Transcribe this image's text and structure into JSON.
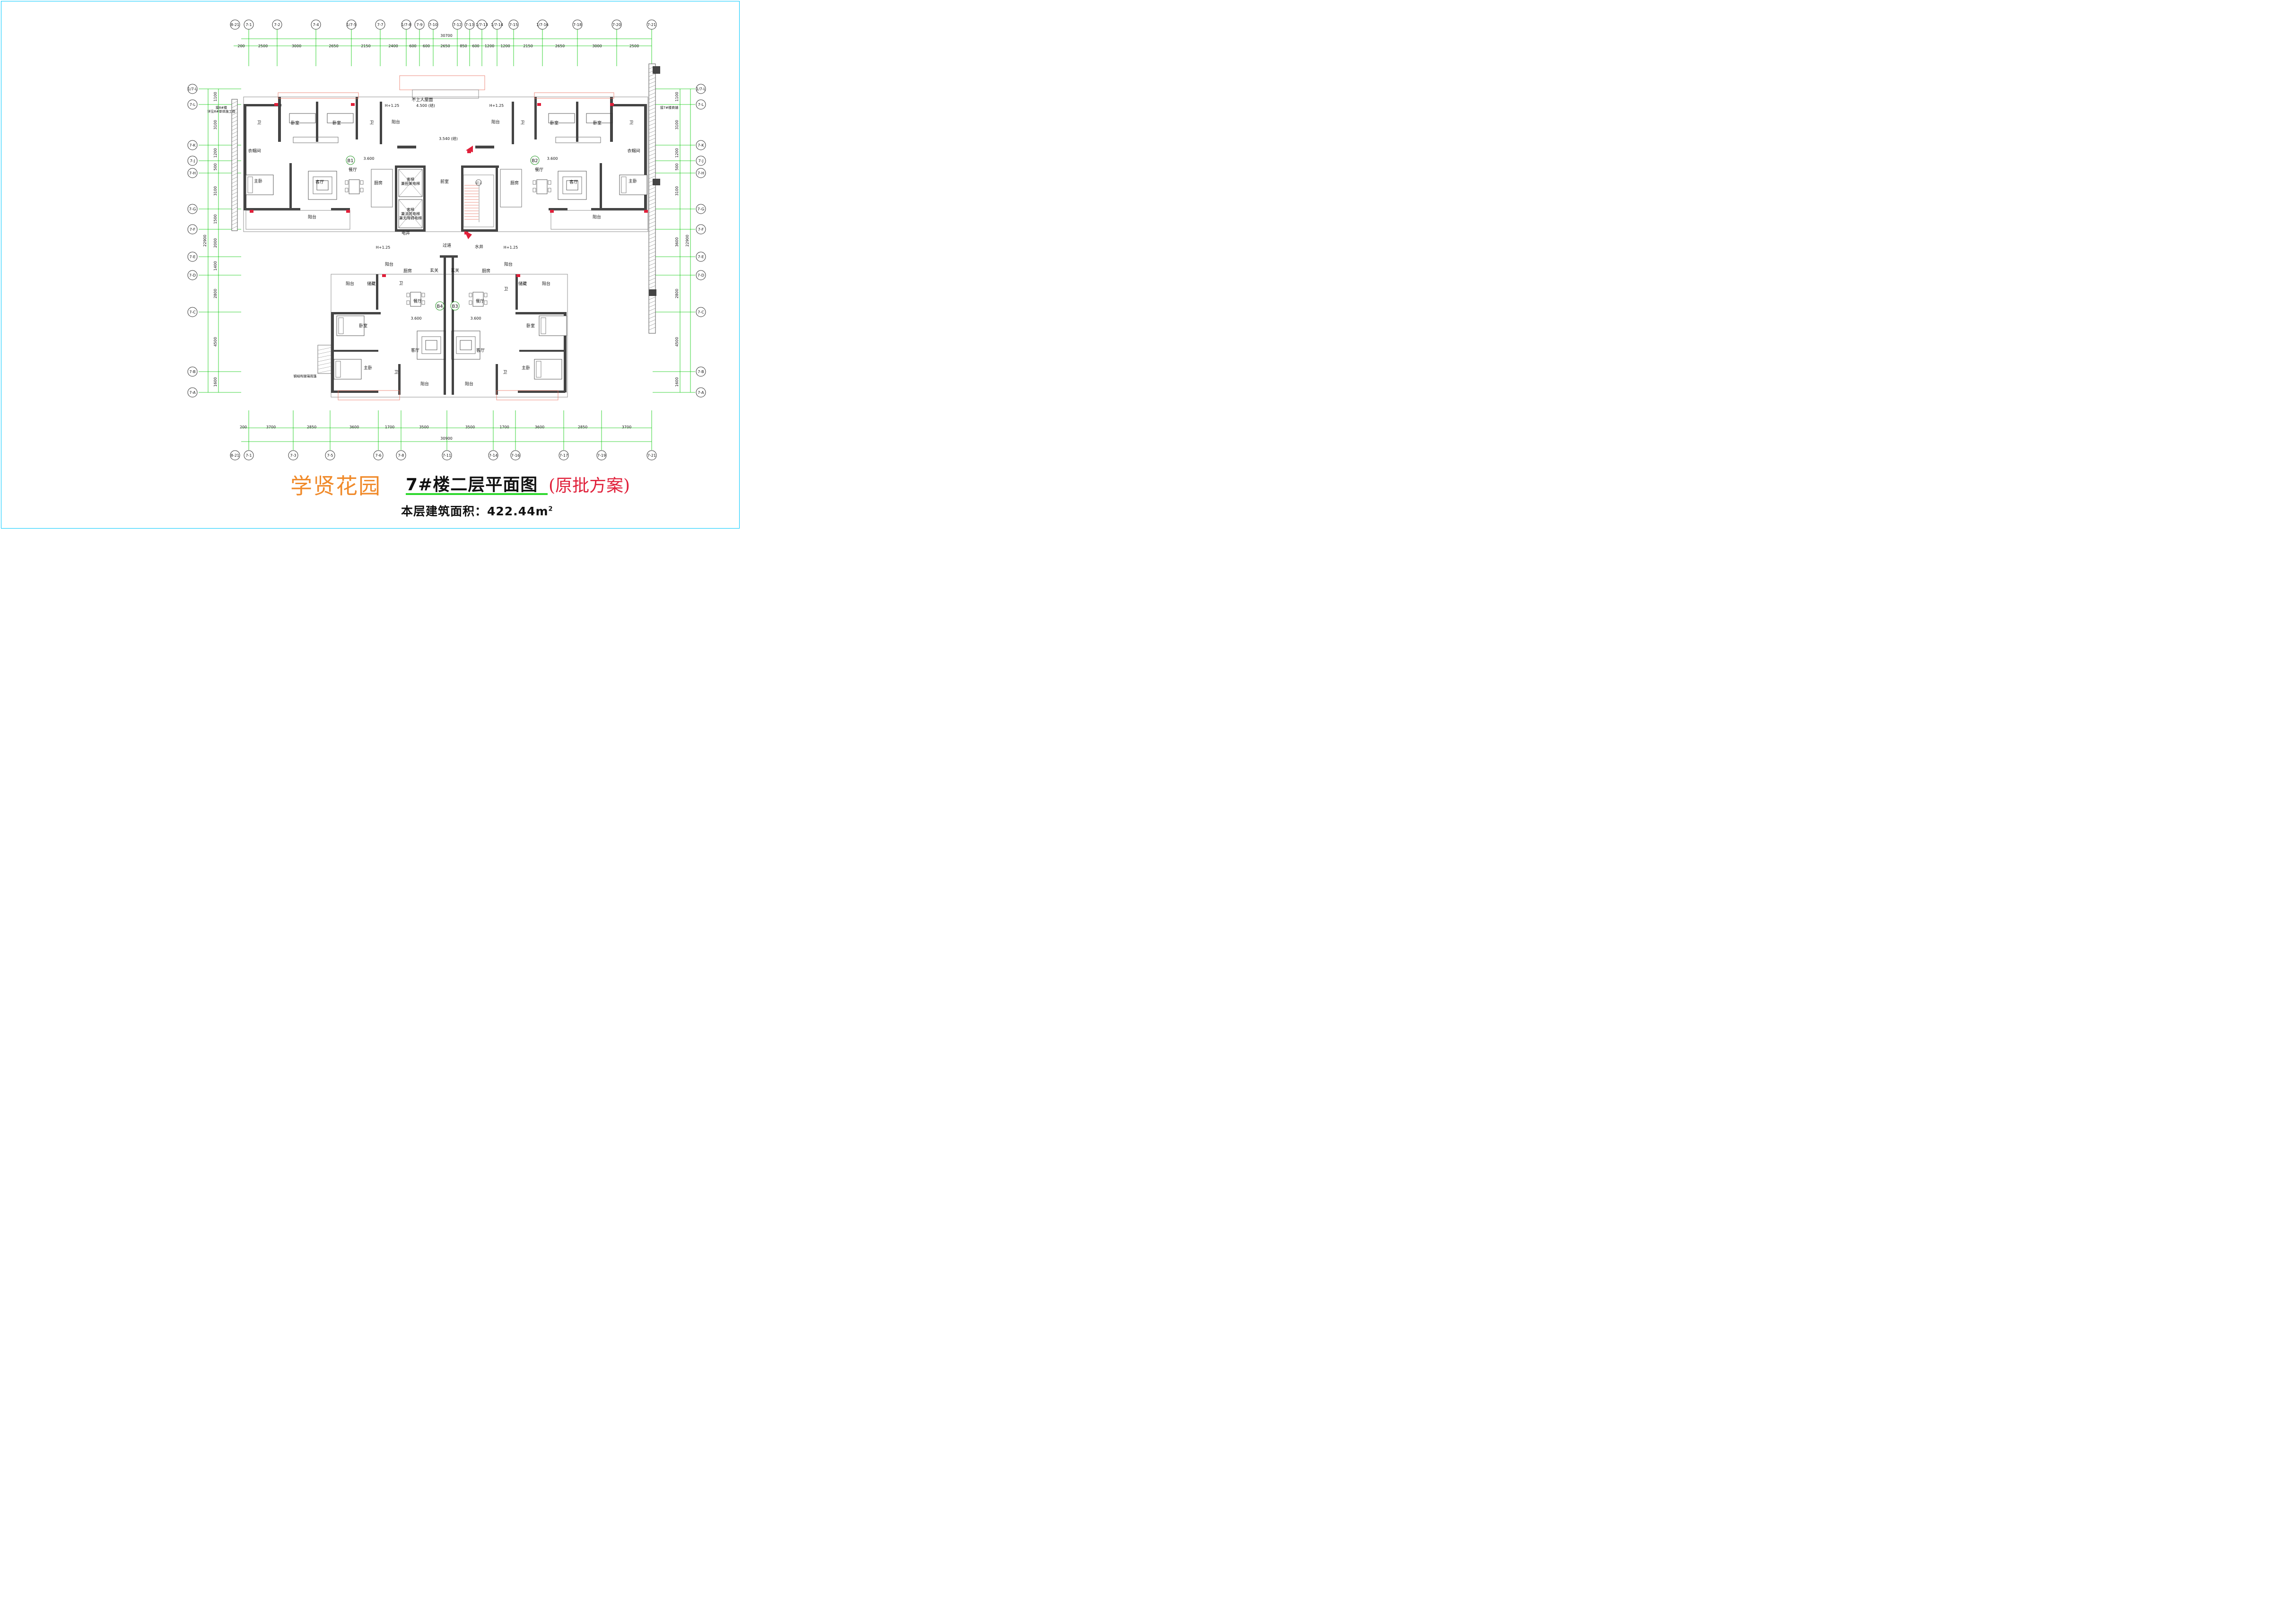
{
  "title": {
    "project": "学贤花园",
    "drawing": "7#楼二层平面图",
    "note": "(原批方案)",
    "area_label": "本层建筑面积：422.44m",
    "area_sup": "2"
  },
  "axes": {
    "top_labels": [
      "8-21",
      "7-1",
      "7-2",
      "7-4",
      "1/7-5",
      "7-7",
      "1/7-8",
      "7-9",
      "7-10",
      "7-12",
      "7-13",
      "1/7-13",
      "1/7-14",
      "7-15",
      "1/7-16",
      "7-18",
      "7-20",
      "7-21"
    ],
    "top_overall": "30700",
    "top_dims": [
      "200",
      "2500",
      "3000",
      "2650",
      "2150",
      "2400",
      "600",
      "600",
      "2650",
      "850",
      "600",
      "1200",
      "1200",
      "2150",
      "2650",
      "3000",
      "2500"
    ],
    "bottom_labels": [
      "8-21",
      "7-1",
      "7-3",
      "7-5",
      "7-6",
      "7-8",
      "7-11",
      "7-14",
      "7-16",
      "7-17",
      "7-19",
      "7-21"
    ],
    "bottom_overall": "30900",
    "bottom_dims": [
      "200",
      "3700",
      "2850",
      "3600",
      "1700",
      "3500",
      "3500",
      "1700",
      "3600",
      "2850",
      "3700"
    ],
    "side_labels": [
      "1/7-L",
      "7-L",
      "7-K",
      "7-J",
      "7-H",
      "7-G",
      "7-F",
      "7-E",
      "7-D",
      "7-C",
      "7-B",
      "7-A"
    ],
    "left_dims": [
      "1100",
      "3100",
      "1200",
      "500",
      "3100",
      "1500",
      "2000",
      "1400",
      "2800",
      "4500",
      "1600"
    ],
    "right_dims": [
      "1100",
      "3100",
      "1200",
      "500",
      "3100",
      "3600",
      "2800",
      "4500",
      "1600"
    ],
    "side_overall": "22900"
  },
  "units": [
    "B1",
    "B2",
    "B3",
    "B4"
  ],
  "rooms": {
    "bedroom": "卧室",
    "master": "主卧",
    "living": "客厅",
    "dining": "餐厅",
    "kitchen": "厨房",
    "balcony": "阳台",
    "bath": "卫",
    "closet": "衣帽间",
    "storage": "储藏",
    "lobby": "前室",
    "elevator1": "客梯\n兼担架电梯",
    "elevator2": "客梯\n兼消防电梯\n兼无障碍电梯",
    "shaft_e": "电井",
    "shaft_w": "水井",
    "corridor": "过道",
    "entry": "玄关",
    "roof": "不上人屋面",
    "stair": "LT-1"
  },
  "levels": {
    "floor": "3.600",
    "roof": "4.500 (结)",
    "lobby": "3.540 (结)",
    "balcony": "H+1.25"
  },
  "notes": {
    "left_top": "接8#楼\n详见8#单体施工图",
    "right_top": "接7#楼商铺",
    "steel": "钢结构玻璃雨篷"
  },
  "colors": {
    "grid": "#00c800",
    "wall": "#444444",
    "accent": "#e0203a",
    "brand": "#f08a2a"
  }
}
